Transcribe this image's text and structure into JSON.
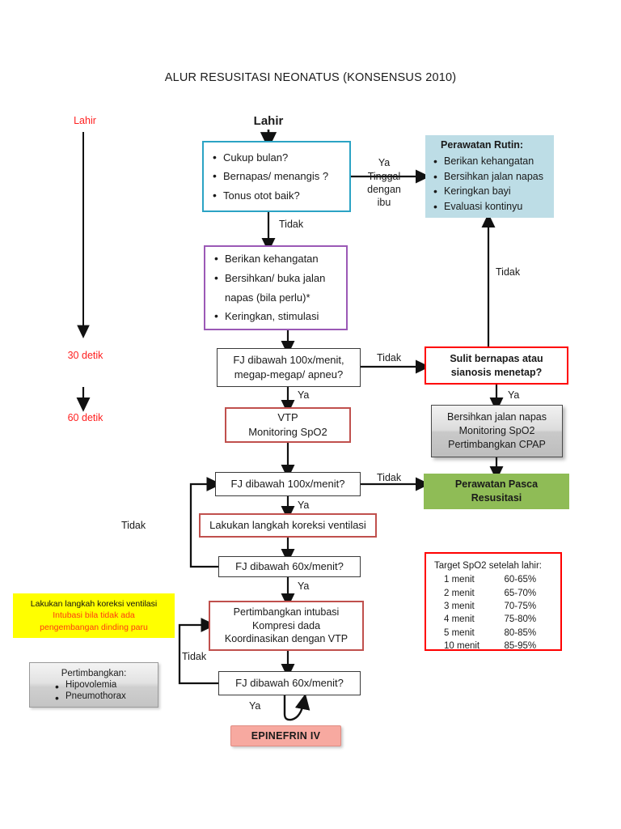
{
  "title": "ALUR RESUSITASI NEONATUS (KONSENSUS 2010)",
  "timeline": {
    "birth": "Lahir",
    "t30": "30 detik",
    "t60": "60 detik"
  },
  "start_label": "Lahir",
  "nodes": {
    "assessment": {
      "items": [
        "Cukup bulan?",
        "Bernapas/ menangis ?",
        "Tonus otot baik?"
      ]
    },
    "routine_care": {
      "heading": "Perawatan Rutin:",
      "items": [
        "Berikan kehangatan",
        "Bersihkan jalan napas",
        "Keringkan bayi",
        "Evaluasi kontinyu"
      ]
    },
    "initial_steps": {
      "items": [
        "Berikan kehangatan",
        "Bersihkan/ buka jalan",
        "napas (bila perlu)*",
        "Keringkan, stimulasi"
      ]
    },
    "hr_check_1": {
      "line1": "FJ dibawah 100x/menit,",
      "line2": "megap-megap/ apneu?"
    },
    "labored": {
      "line1": "Sulit bernapas atau",
      "line2": "sianosis menetap?"
    },
    "vtp": {
      "line1": "VTP",
      "line2": "Monitoring SpO2"
    },
    "cpap": {
      "line1": "Bersihkan jalan napas",
      "line2": "Monitoring SpO2",
      "line3": "Pertimbangkan CPAP"
    },
    "hr_check_2": {
      "text": "FJ dibawah 100x/menit?"
    },
    "post_resus": {
      "line1": "Perawatan Pasca",
      "line2": "Resusitasi"
    },
    "vent_correction": {
      "text": "Lakukan langkah koreksi ventilasi"
    },
    "hr_check_3": {
      "text": "FJ dibawah 60x/menit?"
    },
    "intubation": {
      "line1": "Pertimbangkan intubasi",
      "line2": "Kompresi dada",
      "line3": "Koordinasikan dengan VTP"
    },
    "hr_check_4": {
      "text": "FJ dibawah 60x/menit?"
    },
    "epinephrine": {
      "text": "EPINEFRIN IV"
    }
  },
  "callouts": {
    "yellow": {
      "line1": "Lakukan langkah koreksi ventilasi",
      "line2": "Intubasi bila tidak ada",
      "line3": "pengembangan dinding paru"
    },
    "consider": {
      "heading": "Pertimbangkan:",
      "items": [
        "Hipovolemia",
        "Pneumothorax"
      ]
    },
    "spo2": {
      "heading": "Target SpO2 setelah lahir:",
      "rows": [
        {
          "time": "1  menit",
          "value": "60-65%"
        },
        {
          "time": "2  menit",
          "value": "65-70%"
        },
        {
          "time": "3  menit",
          "value": "70-75%"
        },
        {
          "time": "4  menit",
          "value": "75-80%"
        },
        {
          "time": "5  menit",
          "value": "80-85%"
        },
        {
          "time": "10  menit",
          "value": "85-95%"
        }
      ]
    }
  },
  "edges": {
    "ya_1": "Ya",
    "stay_1": "Tinggal",
    "stay_2": "dengan",
    "stay_3": "ibu",
    "tidak_1": "Tidak",
    "tidak_2": "Tidak",
    "tidak_up": "Tidak",
    "ya_2": "Ya",
    "ya_right": "Ya",
    "tidak_3": "Tidak",
    "ya_3": "Ya",
    "tidak_loop": "Tidak",
    "tidak_loop2": "Tidak",
    "ya_4": "Ya"
  },
  "colors": {
    "teal": "#2ba3c4",
    "purple": "#9b59b6",
    "red": "#ff0000",
    "red_soft": "#c0504d",
    "light_blue": "#bddde6",
    "green": "#8fbc56",
    "pink": "#f7a9a0",
    "yellow": "#ffff00",
    "timeline_red": "#ff2020"
  }
}
